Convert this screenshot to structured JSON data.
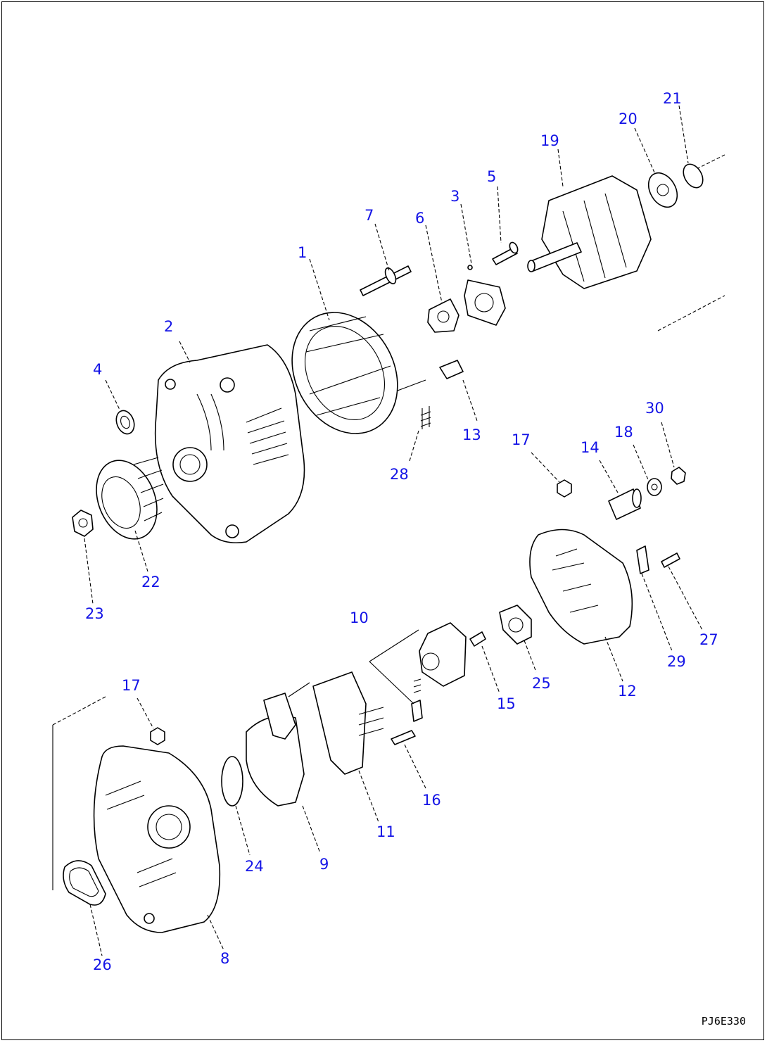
{
  "drawing_code": "PJ6E330",
  "callout_color": "#1414e6",
  "parts": [
    {
      "id": "p1",
      "label": "1"
    },
    {
      "id": "p2",
      "label": "2"
    },
    {
      "id": "p3",
      "label": "3"
    },
    {
      "id": "p4",
      "label": "4"
    },
    {
      "id": "p5",
      "label": "5"
    },
    {
      "id": "p6",
      "label": "6"
    },
    {
      "id": "p7",
      "label": "7"
    },
    {
      "id": "p8",
      "label": "8"
    },
    {
      "id": "p9",
      "label": "9"
    },
    {
      "id": "p10",
      "label": "10"
    },
    {
      "id": "p11",
      "label": "11"
    },
    {
      "id": "p12",
      "label": "12"
    },
    {
      "id": "p13",
      "label": "13"
    },
    {
      "id": "p14",
      "label": "14"
    },
    {
      "id": "p15",
      "label": "15"
    },
    {
      "id": "p16",
      "label": "16"
    },
    {
      "id": "p17a",
      "label": "17"
    },
    {
      "id": "p17b",
      "label": "17"
    },
    {
      "id": "p18",
      "label": "18"
    },
    {
      "id": "p19",
      "label": "19"
    },
    {
      "id": "p20",
      "label": "20"
    },
    {
      "id": "p21",
      "label": "21"
    },
    {
      "id": "p22",
      "label": "22"
    },
    {
      "id": "p23",
      "label": "23"
    },
    {
      "id": "p24",
      "label": "24"
    },
    {
      "id": "p25",
      "label": "25"
    },
    {
      "id": "p26",
      "label": "26"
    },
    {
      "id": "p27",
      "label": "27"
    },
    {
      "id": "p28",
      "label": "28"
    },
    {
      "id": "p29",
      "label": "29"
    },
    {
      "id": "p30",
      "label": "30"
    }
  ]
}
